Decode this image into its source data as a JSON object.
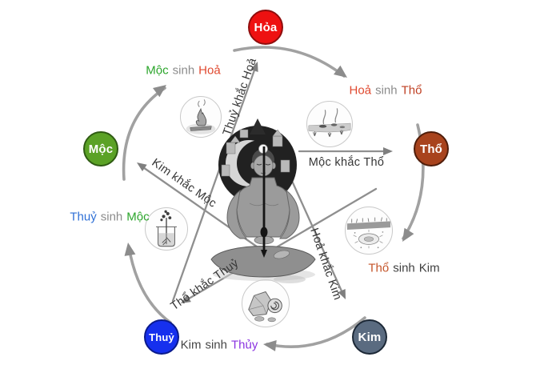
{
  "diagram": {
    "name": "ngu-hanh-five-elements-cycle",
    "badges": {
      "hoa": {
        "label": "Hỏa",
        "bg": "#ee1111",
        "border": "#8f0d0d"
      },
      "tho": {
        "label": "Thổ",
        "bg": "#a8431d",
        "border": "#4f1d0a"
      },
      "kim": {
        "label": "Kim",
        "bg": "#5a6b80",
        "border": "#1c2836"
      },
      "thuy": {
        "label": "Thuỷ",
        "bg": "#1630ee",
        "border": "#0a1a8c"
      },
      "moc": {
        "label": "Mộc",
        "bg": "#5ba226",
        "border": "#2f5b13"
      }
    },
    "sinh_labels": {
      "moc_sinh_hoa": {
        "w1": "Mộc",
        "c1": "#2ba52b",
        "w2": "sinh",
        "c2": "#8c8c8c",
        "w3": "Hoả",
        "c3": "#e0492f"
      },
      "hoa_sinh_tho": {
        "w1": "Hoả",
        "c1": "#e0492f",
        "w2": "sinh",
        "c2": "#8c8c8c",
        "w3": "Thổ",
        "c3": "#bf3f22"
      },
      "tho_sinh_kim": {
        "w1": "Thổ",
        "c1": "#c4552a",
        "w2": "sinh",
        "c2": "#3f3f3f",
        "w3": "Kim",
        "c3": "#3f3f3f"
      },
      "kim_sinh_thuy": {
        "w1": "Kim",
        "c1": "#464646",
        "w2": "sinh",
        "c2": "#464646",
        "w3": "Thủy",
        "c3": "#8a33e0"
      },
      "thuy_sinh_moc": {
        "w1": "Thuỷ",
        "c1": "#2e6fd6",
        "w2": "sinh",
        "c2": "#8c8c8c",
        "w3": "Mộc",
        "c3": "#2ba52b"
      }
    },
    "khac_labels": {
      "thuy_khac_hoa": "Thuỷ khắc Hoả",
      "moc_khac_tho": "Mộc khắc Thổ",
      "kim_khac_moc": "Kim khắc Mộc",
      "hoa_khac_kim": "Hoả khắc Kim",
      "tho_khac_thuy": "Thổ khắc Thuỷ"
    },
    "relations": {
      "sinh": [
        "Mộc → Hoả",
        "Hoả → Thổ",
        "Thổ → Kim",
        "Kim → Thuỷ",
        "Thuỷ → Mộc"
      ],
      "khac": [
        "Thuỷ → Hoả",
        "Mộc → Thổ",
        "Kim → Mộc",
        "Hoả → Kim",
        "Thổ → Thuỷ"
      ]
    },
    "images": {
      "fire": "fire-sketch",
      "field": "burning-field-sketch",
      "soil": "earth-soil-sketch",
      "ore": "metal-ore-sketch",
      "plant": "plant-in-beaker-sketch"
    },
    "colors": {
      "sinh_arrow": "#9c9c9c",
      "khac_arrow": "#8f8f8f",
      "khac_text": "#363636"
    }
  }
}
